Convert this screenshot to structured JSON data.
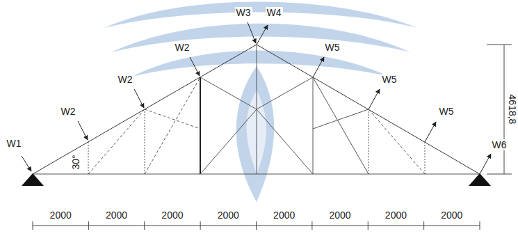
{
  "diagram": {
    "labels": [
      "W1",
      "W2",
      "W2",
      "W2",
      "W3",
      "W4",
      "W5",
      "W5",
      "W5",
      "W6",
      "30°",
      "4618,8",
      "2000",
      "2000",
      "2000",
      "2000",
      "2000",
      "2000",
      "2000",
      "2000"
    ]
  }
}
